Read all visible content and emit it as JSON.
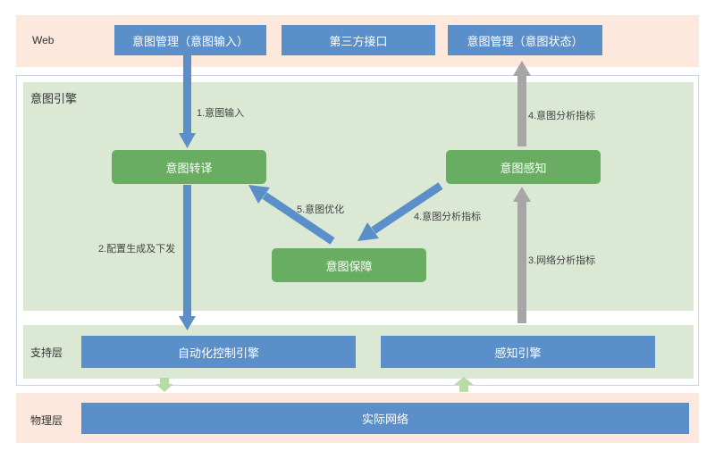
{
  "layers": {
    "web": {
      "label": "Web",
      "boxes": [
        "意图管理（意图输入）",
        "第三方接口",
        "意图管理（意图状态）"
      ]
    },
    "intent_engine": {
      "label": "意图引擎",
      "nodes": {
        "translate": "意图转译",
        "perceive": "意图感知",
        "assure": "意图保障"
      }
    },
    "support": {
      "label": "支持层",
      "boxes": [
        "自动化控制引擎",
        "感知引擎"
      ]
    },
    "physical": {
      "label": "物理层",
      "box": "实际网络"
    }
  },
  "flows": {
    "f1": "1.意图输入",
    "f2": "2.配置生成及下发",
    "f3": "3.网络分析指标",
    "f4_up": "4.意图分析指标",
    "f4_diag": "4.意图分析指标",
    "f5": "5.意图优化"
  },
  "colors": {
    "layer_peach": "#fce8dc",
    "layer_green": "#dbe8d4",
    "box_blue": "#5b8fc9",
    "box_green": "#68ad62",
    "arrow_blue": "#5b8fc9",
    "arrow_gray": "#a6a6a6",
    "arrow_light_green": "#b7dca6"
  }
}
